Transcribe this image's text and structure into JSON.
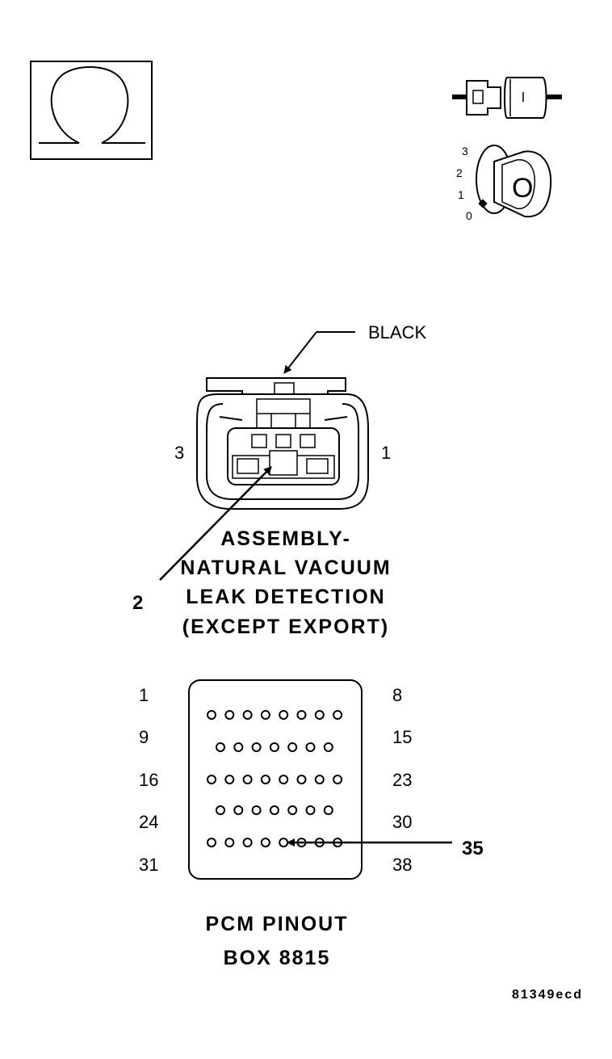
{
  "meter_icon": {
    "symbol": "ohm-icon"
  },
  "key_icon": {
    "positions": [
      "3",
      "2",
      "1",
      "0"
    ],
    "key_letter": "O"
  },
  "connector": {
    "wire_color": "BLACK",
    "pin_left": "3",
    "pin_right": "1",
    "callout": "2",
    "title_lines": [
      "ASSEMBLY-",
      "NATURAL VACUUM",
      "LEAK DETECTION",
      "(EXCEPT EXPORT)"
    ]
  },
  "pcm": {
    "left_labels": [
      "1",
      "9",
      "16",
      "24",
      "31"
    ],
    "right_labels": [
      "8",
      "15",
      "23",
      "30",
      "38"
    ],
    "row_pin_counts": [
      8,
      7,
      8,
      7,
      8
    ],
    "highlight_pin": "35",
    "title_lines": [
      "PCM PINOUT",
      "BOX 8815"
    ]
  },
  "figure_code": "81349ecd"
}
